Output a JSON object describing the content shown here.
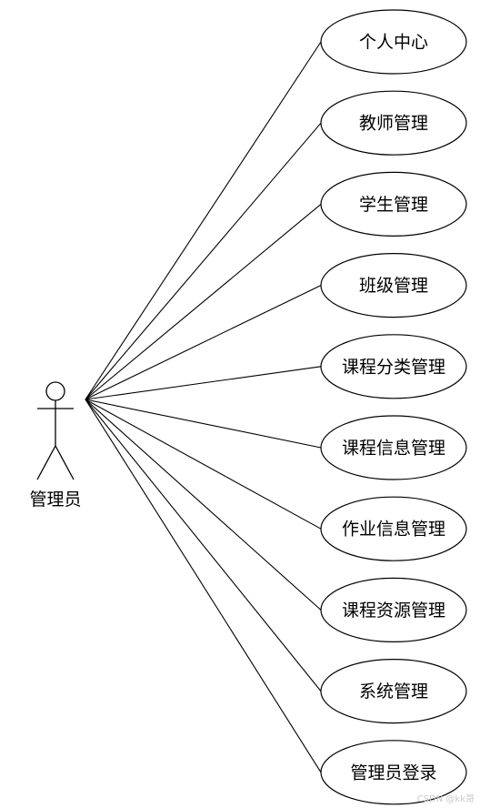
{
  "actor": {
    "label": "管理员"
  },
  "use_cases": [
    "个人中心",
    "教师管理",
    "学生管理",
    "班级管理",
    "课程分类管理",
    "课程信息管理",
    "作业信息管理",
    "课程资源管理",
    "系统管理",
    "管理员登录"
  ],
  "watermark": "CSDN @kk哥",
  "colors": {
    "line": "#000000",
    "fill": "#ffffff",
    "watermark": "#c9c9c9"
  }
}
